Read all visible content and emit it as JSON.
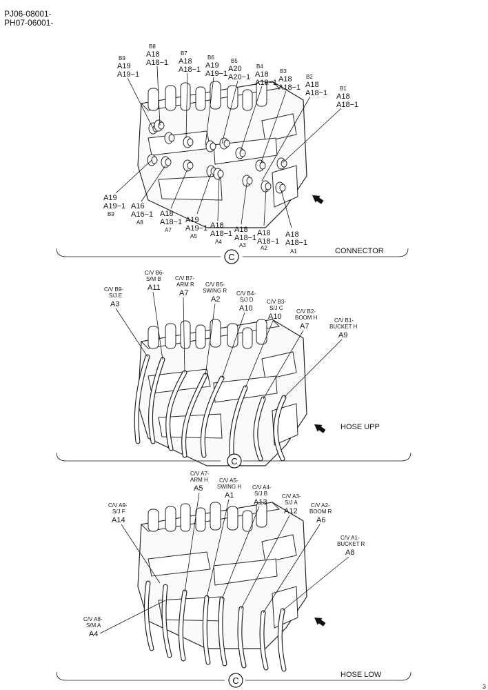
{
  "header": {
    "serial_1": "PJ06-08001-",
    "serial_2": "PH07-06001-"
  },
  "section_marker": "C",
  "sections": {
    "connector": {
      "title": "CONNECTOR",
      "top_labels": [
        {
          "pos": "B9",
          "parts": [
            "A19",
            "A19−1"
          ]
        },
        {
          "pos": "B8",
          "parts": [
            "A18",
            "A18−1"
          ]
        },
        {
          "pos": "B7",
          "parts": [
            "A18",
            "A18−1"
          ]
        },
        {
          "pos": "B6",
          "parts": [
            "A19",
            "A19−1"
          ]
        },
        {
          "pos": "B5",
          "parts": [
            "A20",
            "A20−1"
          ]
        },
        {
          "pos": "B4",
          "parts": [
            "A18",
            "A18−1"
          ]
        },
        {
          "pos": "B3",
          "parts": [
            "A18",
            "A18−1"
          ]
        },
        {
          "pos": "B2",
          "parts": [
            "A18",
            "A18−1"
          ]
        },
        {
          "pos": "B1",
          "parts": [
            "A18",
            "A18−1"
          ]
        }
      ],
      "bottom_labels": [
        {
          "pos": "B9",
          "parts": [
            "A19",
            "A19−1"
          ]
        },
        {
          "pos": "A8",
          "parts": [
            "A16",
            "A16−1"
          ]
        },
        {
          "pos": "A7",
          "parts": [
            "A18",
            "A18−1"
          ]
        },
        {
          "pos": "A5",
          "parts": [
            "A19",
            "A19−1"
          ]
        },
        {
          "pos": "A4",
          "parts": [
            "A18",
            "A18−1"
          ]
        },
        {
          "pos": "A3",
          "parts": [
            "A18",
            "A18−1"
          ]
        },
        {
          "pos": "A2",
          "parts": [
            "A18",
            "A18−1"
          ]
        },
        {
          "pos": "A1",
          "parts": [
            "A18",
            "A18−1"
          ]
        }
      ]
    },
    "hose_upp": {
      "title": "HOSE UPP",
      "labels": [
        {
          "cv": "C/V B9-",
          "fn": "S/J E",
          "part": "A3"
        },
        {
          "cv": "C/V B6-",
          "fn": "S/M B",
          "part": "A11"
        },
        {
          "cv": "C/V B7-",
          "fn": "ARM R",
          "part": "A7"
        },
        {
          "cv": "C/V B5-",
          "fn": "SWING R",
          "part": "A2"
        },
        {
          "cv": "C/V B4-",
          "fn": "S/J D",
          "part": "A10"
        },
        {
          "cv": "C/V B3-",
          "fn": "S/J C",
          "part": "A10"
        },
        {
          "cv": "C/V B2-",
          "fn": "BOOM H",
          "part": "A7"
        },
        {
          "cv": "C/V B1-",
          "fn": "BUCKET H",
          "part": "A9"
        }
      ]
    },
    "hose_low": {
      "title": "HOSE LOW",
      "labels": [
        {
          "cv": "C/V A9-",
          "fn": "S/J F",
          "part": "A14"
        },
        {
          "cv": "C/V A7-",
          "fn": "ARM H",
          "part": "A5"
        },
        {
          "cv": "C/V A5-",
          "fn": "SWING H",
          "part": "A1"
        },
        {
          "cv": "C/V A4-",
          "fn": "S/J B",
          "part": "A13"
        },
        {
          "cv": "C/V A3-",
          "fn": "S/J A",
          "part": "A12"
        },
        {
          "cv": "C/V A2-",
          "fn": "BOOM R",
          "part": "A6"
        },
        {
          "cv": "C/V A1-",
          "fn": "BUCKET R",
          "part": "A8"
        },
        {
          "cv": "C/V A8-",
          "fn": "S/M A",
          "part": "A4"
        }
      ]
    }
  },
  "page_fragment": "3"
}
